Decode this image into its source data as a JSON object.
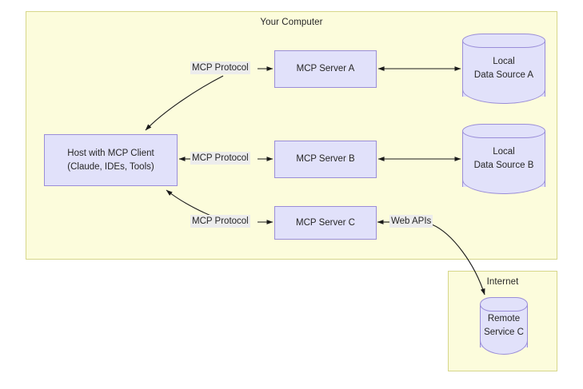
{
  "diagram": {
    "type": "architecture-flow",
    "containers": [
      {
        "id": "your-computer",
        "title": "Your Computer"
      },
      {
        "id": "internet",
        "title": "Internet"
      }
    ],
    "nodes": {
      "host": {
        "line1": "Host with MCP Client",
        "line2": "(Claude, IDEs, Tools)"
      },
      "server_a": {
        "label": "MCP Server A"
      },
      "server_b": {
        "label": "MCP Server B"
      },
      "server_c": {
        "label": "MCP Server C"
      },
      "datasource_a": {
        "line1": "Local",
        "line2": "Data Source A"
      },
      "datasource_b": {
        "line1": "Local",
        "line2": "Data Source B"
      },
      "remote_c": {
        "line1": "Remote",
        "line2": "Service C"
      }
    },
    "edge_labels": {
      "protocol_a": "MCP Protocol",
      "protocol_b": "MCP Protocol",
      "protocol_c": "MCP Protocol",
      "web_apis": "Web APIs"
    },
    "colors": {
      "container_fill": "#fcfcdc",
      "container_stroke": "#d6d68a",
      "node_fill": "#e1e1fa",
      "node_stroke": "#9a8dd8",
      "edge_stroke": "#1a1a1a",
      "label_fill": "#ececec",
      "text": "#262626",
      "page_background": "#ffffff"
    }
  }
}
